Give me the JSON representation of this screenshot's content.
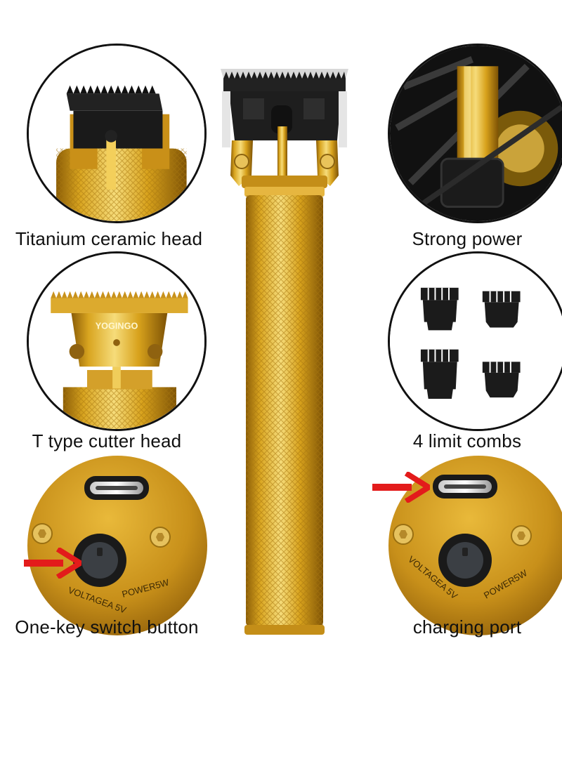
{
  "features": {
    "head": {
      "label": "Titanium ceramic head",
      "icon": "trimmer-head-icon"
    },
    "power": {
      "label": "Strong power",
      "icon": "motor-icon"
    },
    "cutter": {
      "label": "T type cutter head",
      "icon": "t-blade-icon",
      "brand": "YOGINGO"
    },
    "combs": {
      "label": "4 limit combs",
      "icon": "comb-icon"
    },
    "switch": {
      "label": "One-key switch button",
      "icon": "power-button-icon",
      "voltage": "VOLTAGEA 5V",
      "power": "POWER5W"
    },
    "port": {
      "label": "charging port",
      "icon": "usb-c-port-icon",
      "voltage": "VOLTAGEA 5V",
      "power": "POWER5W"
    }
  },
  "colors": {
    "gold": "#d9a520",
    "gold_dark": "#9a6b0a",
    "gold_light": "#f7d774",
    "arrow": "#e31b1b",
    "black": "#111111"
  }
}
